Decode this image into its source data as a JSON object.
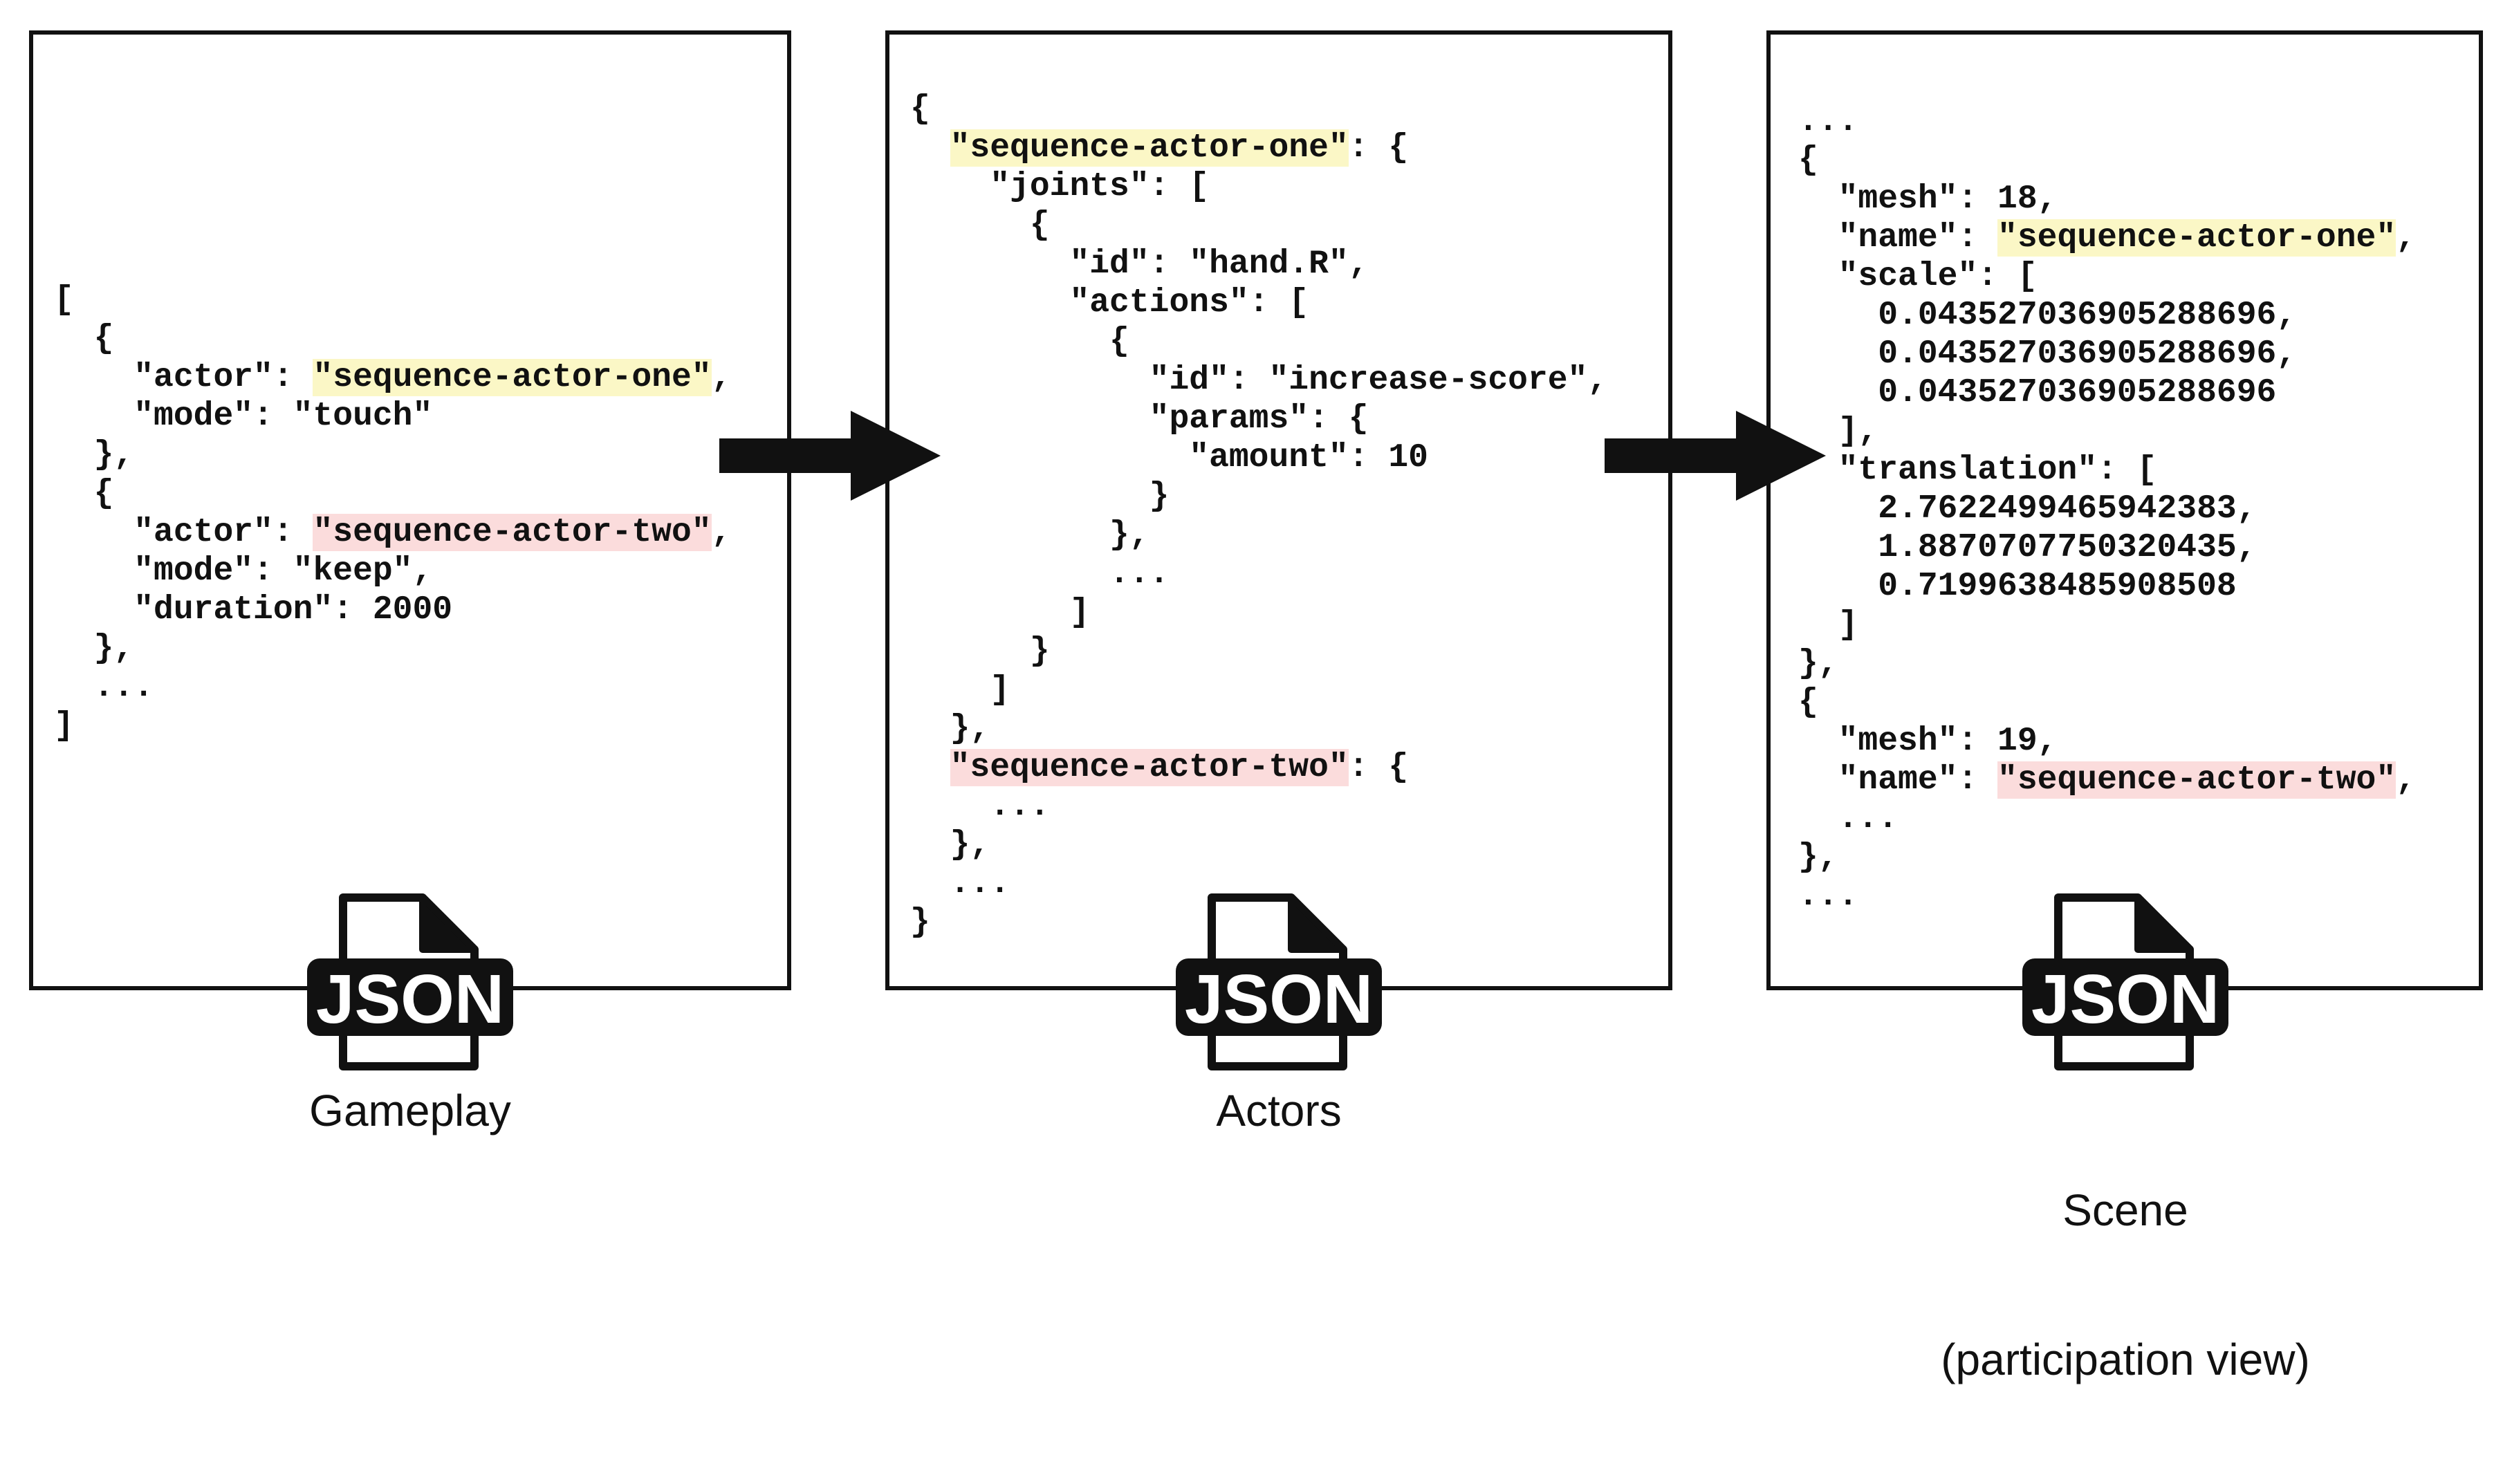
{
  "colors": {
    "stroke": "#111111",
    "highlight_actor_one": "#fbf7c6",
    "highlight_actor_two": "#fbdcdc"
  },
  "gameplay": {
    "caption": "Gameplay",
    "icon_label": "JSON",
    "icon": "json-file-icon",
    "lines": [
      [
        {
          "t": "["
        }
      ],
      [
        {
          "t": "  {"
        }
      ],
      [
        {
          "t": "    \"actor\": "
        },
        {
          "t": "\"sequence-actor-one\"",
          "hl": "yellow"
        },
        {
          "t": ","
        }
      ],
      [
        {
          "t": "    \"mode\": \"touch\""
        }
      ],
      [
        {
          "t": "  },"
        }
      ],
      [
        {
          "t": "  {"
        }
      ],
      [
        {
          "t": "    \"actor\": "
        },
        {
          "t": "\"sequence-actor-two\"",
          "hl": "red"
        },
        {
          "t": ","
        }
      ],
      [
        {
          "t": "    \"mode\": \"keep\","
        }
      ],
      [
        {
          "t": "    \"duration\": 2000"
        }
      ],
      [
        {
          "t": "  },"
        }
      ],
      [
        {
          "t": "  ..."
        }
      ],
      [
        {
          "t": "]"
        }
      ]
    ]
  },
  "actors": {
    "caption": "Actors",
    "icon_label": "JSON",
    "icon": "json-file-icon",
    "lines": [
      [
        {
          "t": "{"
        }
      ],
      [
        {
          "t": "  "
        },
        {
          "t": "\"sequence-actor-one\"",
          "hl": "yellow"
        },
        {
          "t": ": {"
        }
      ],
      [
        {
          "t": "    \"joints\": ["
        }
      ],
      [
        {
          "t": "      {"
        }
      ],
      [
        {
          "t": "        \"id\": \"hand.R\","
        }
      ],
      [
        {
          "t": "        \"actions\": ["
        }
      ],
      [
        {
          "t": "          {"
        }
      ],
      [
        {
          "t": "            \"id\": \"increase-score\","
        }
      ],
      [
        {
          "t": "            \"params\": {"
        }
      ],
      [
        {
          "t": "              \"amount\": 10"
        }
      ],
      [
        {
          "t": "            }"
        }
      ],
      [
        {
          "t": "          },"
        }
      ],
      [
        {
          "t": "          ..."
        }
      ],
      [
        {
          "t": "        ]"
        }
      ],
      [
        {
          "t": "      }"
        }
      ],
      [
        {
          "t": "    ]"
        }
      ],
      [
        {
          "t": "  },"
        }
      ],
      [
        {
          "t": "  "
        },
        {
          "t": "\"sequence-actor-two\"",
          "hl": "red"
        },
        {
          "t": ": {"
        }
      ],
      [
        {
          "t": "    ..."
        }
      ],
      [
        {
          "t": "  },"
        }
      ],
      [
        {
          "t": "  ..."
        }
      ],
      [
        {
          "t": "}"
        }
      ]
    ]
  },
  "scene": {
    "caption_lines": [
      "Scene",
      "(participation view)"
    ],
    "icon_label": "JSON",
    "icon": "json-file-icon",
    "lines": [
      [
        {
          "t": "..."
        }
      ],
      [
        {
          "t": "{"
        }
      ],
      [
        {
          "t": "  \"mesh\": 18,"
        }
      ],
      [
        {
          "t": "  \"name\": "
        },
        {
          "t": "\"sequence-actor-one\"",
          "hl": "yellow"
        },
        {
          "t": ","
        }
      ],
      [
        {
          "t": "  \"scale\": ["
        }
      ],
      [
        {
          "t": "    0.043527036905288696,"
        }
      ],
      [
        {
          "t": "    0.043527036905288696,"
        }
      ],
      [
        {
          "t": "    0.043527036905288696"
        }
      ],
      [
        {
          "t": "  ],"
        }
      ],
      [
        {
          "t": "  \"translation\": ["
        }
      ],
      [
        {
          "t": "    2.7622499465942383,"
        }
      ],
      [
        {
          "t": "    1.8870707750320435,"
        }
      ],
      [
        {
          "t": "    0.7199638485908508"
        }
      ],
      [
        {
          "t": "  ]"
        }
      ],
      [
        {
          "t": "},"
        }
      ],
      [
        {
          "t": "{"
        }
      ],
      [
        {
          "t": "  \"mesh\": 19,"
        }
      ],
      [
        {
          "t": "  \"name\": "
        },
        {
          "t": "\"sequence-actor-two\"",
          "hl": "red"
        },
        {
          "t": ","
        }
      ],
      [
        {
          "t": "  ..."
        }
      ],
      [
        {
          "t": "},"
        }
      ],
      [
        {
          "t": "..."
        }
      ]
    ]
  }
}
